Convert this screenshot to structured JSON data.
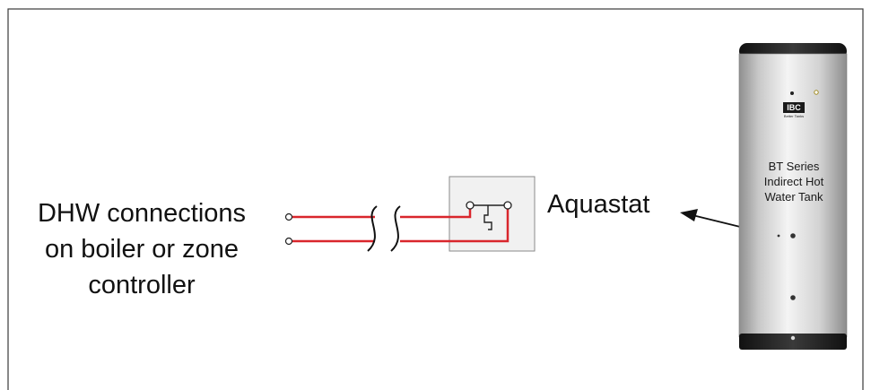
{
  "labels": {
    "dhw_line1": "DHW connections",
    "dhw_line2": "on boiler or zone",
    "dhw_line3": "controller",
    "aquastat": "Aquastat"
  },
  "tank": {
    "series": "BT Series",
    "line2": "Indirect Hot",
    "line3": "Water Tank",
    "logo": "IBC",
    "logo_sub": "Better Tanks"
  },
  "colors": {
    "wire": "#d9262c",
    "wire_outline": "#222222",
    "aquastat_box": "#f1f1f1",
    "tank_body_light": "#f2f2f2",
    "tank_body_dark": "#9a9a9a",
    "tank_cap": "#1e1e1e"
  }
}
